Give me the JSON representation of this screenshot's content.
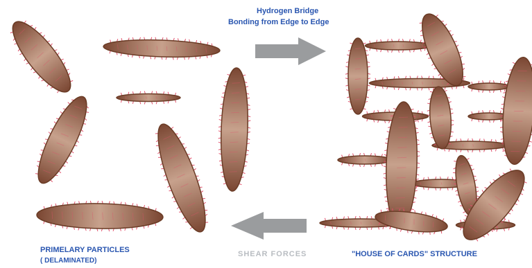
{
  "labels": {
    "hydrogen_bridge_line1": "Hydrogen Bridge",
    "hydrogen_bridge_line2": "Bonding from Edge to Edge",
    "primary_particles_line1": "PRIMELARY PARTICLES",
    "primary_particles_line2": "( DELAMINATED)",
    "shear_forces": "SHEAR  FORCES",
    "house_of_cards": "\"HOUSE OF CARDS\" STRUCTURE"
  },
  "colors": {
    "label_blue": "#2a56b0",
    "label_gray": "#b9bdc2",
    "arrow_gray": "#9a9c9e",
    "particle_dark": "#6b3c26",
    "particle_light": "#c9a894",
    "fiber_red": "#e0506a"
  },
  "icons": {
    "forward_arrow": "right-arrow-icon",
    "reverse_arrow": "left-arrow-icon"
  }
}
